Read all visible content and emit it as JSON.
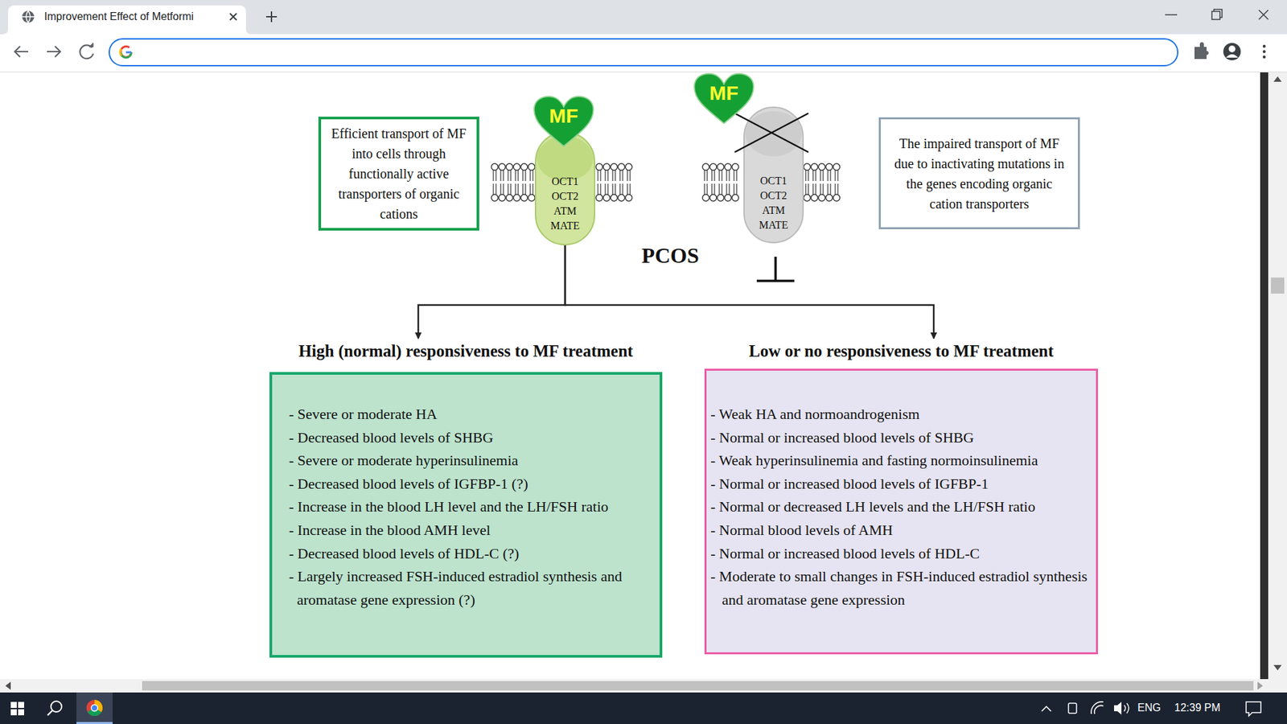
{
  "diagram": {
    "nodes": [
      {
        "text": [
          "Efficient transport of MF into cells through functionally active transporters of organic cations"
        ]
      },
      {
        "text": [
          "MF"
        ]
      },
      {
        "text": [
          "OCT1 OCT2 ATM MATE"
        ]
      },
      {
        "text": [
          "MF"
        ]
      },
      {
        "text": [
          "OCT1 OCT2 ATM MATE"
        ]
      },
      {
        "text": [
          "The impaired transport of MF due to inactivating mutations in the genes encoding organic cation transporters"
        ]
      },
      {
        "text": [
          "High (normal) responsiveness to MF treatment",
          "- Severe or moderate HA",
          "- Decreased blood levels of SHBG",
          "- Severe or moderate hyperinsulinemia",
          "- Decreased blood levels of IGFBP-1 (?)",
          "- Increase in the blood LH level and the LH/FSH ratio",
          "- Increase in the blood AMH level",
          "- Decreased blood levels of HDL-C (?)",
          "- Largely increased FSH-induced estradiol synthesis and aromatase gene expression (?)"
        ]
      },
      {
        "text": [
          "Low or no responsiveness to MF treatment",
          "- Weak HA and normoandrogenism",
          "- Normal or increased blood levels of SHBG",
          "- Weak hyperinsulinemia and fasting normoinsulinemia",
          "- Normal or increased blood levels of IGFBP-1",
          "- Normal or decreased LH levels and the LH/FSH ratio",
          "- Normal blood levels of AMH",
          "- Normal or increased blood levels of HDL-C",
          "- Moderate to small changes in FSH-induced estradiol synthesis and aromatase gene expression"
        ]
      }
    ],
    "edges": [
      {
        "from": 2,
        "to": 6,
        "arrow": "to"
      },
      {
        "from": 2,
        "to": 7,
        "arrow": "to"
      }
    ],
    "labels": [
      "Improvement Effect of Metformi",
      "PCOS",
      "ENG",
      "12:39 PM"
    ]
  }
}
